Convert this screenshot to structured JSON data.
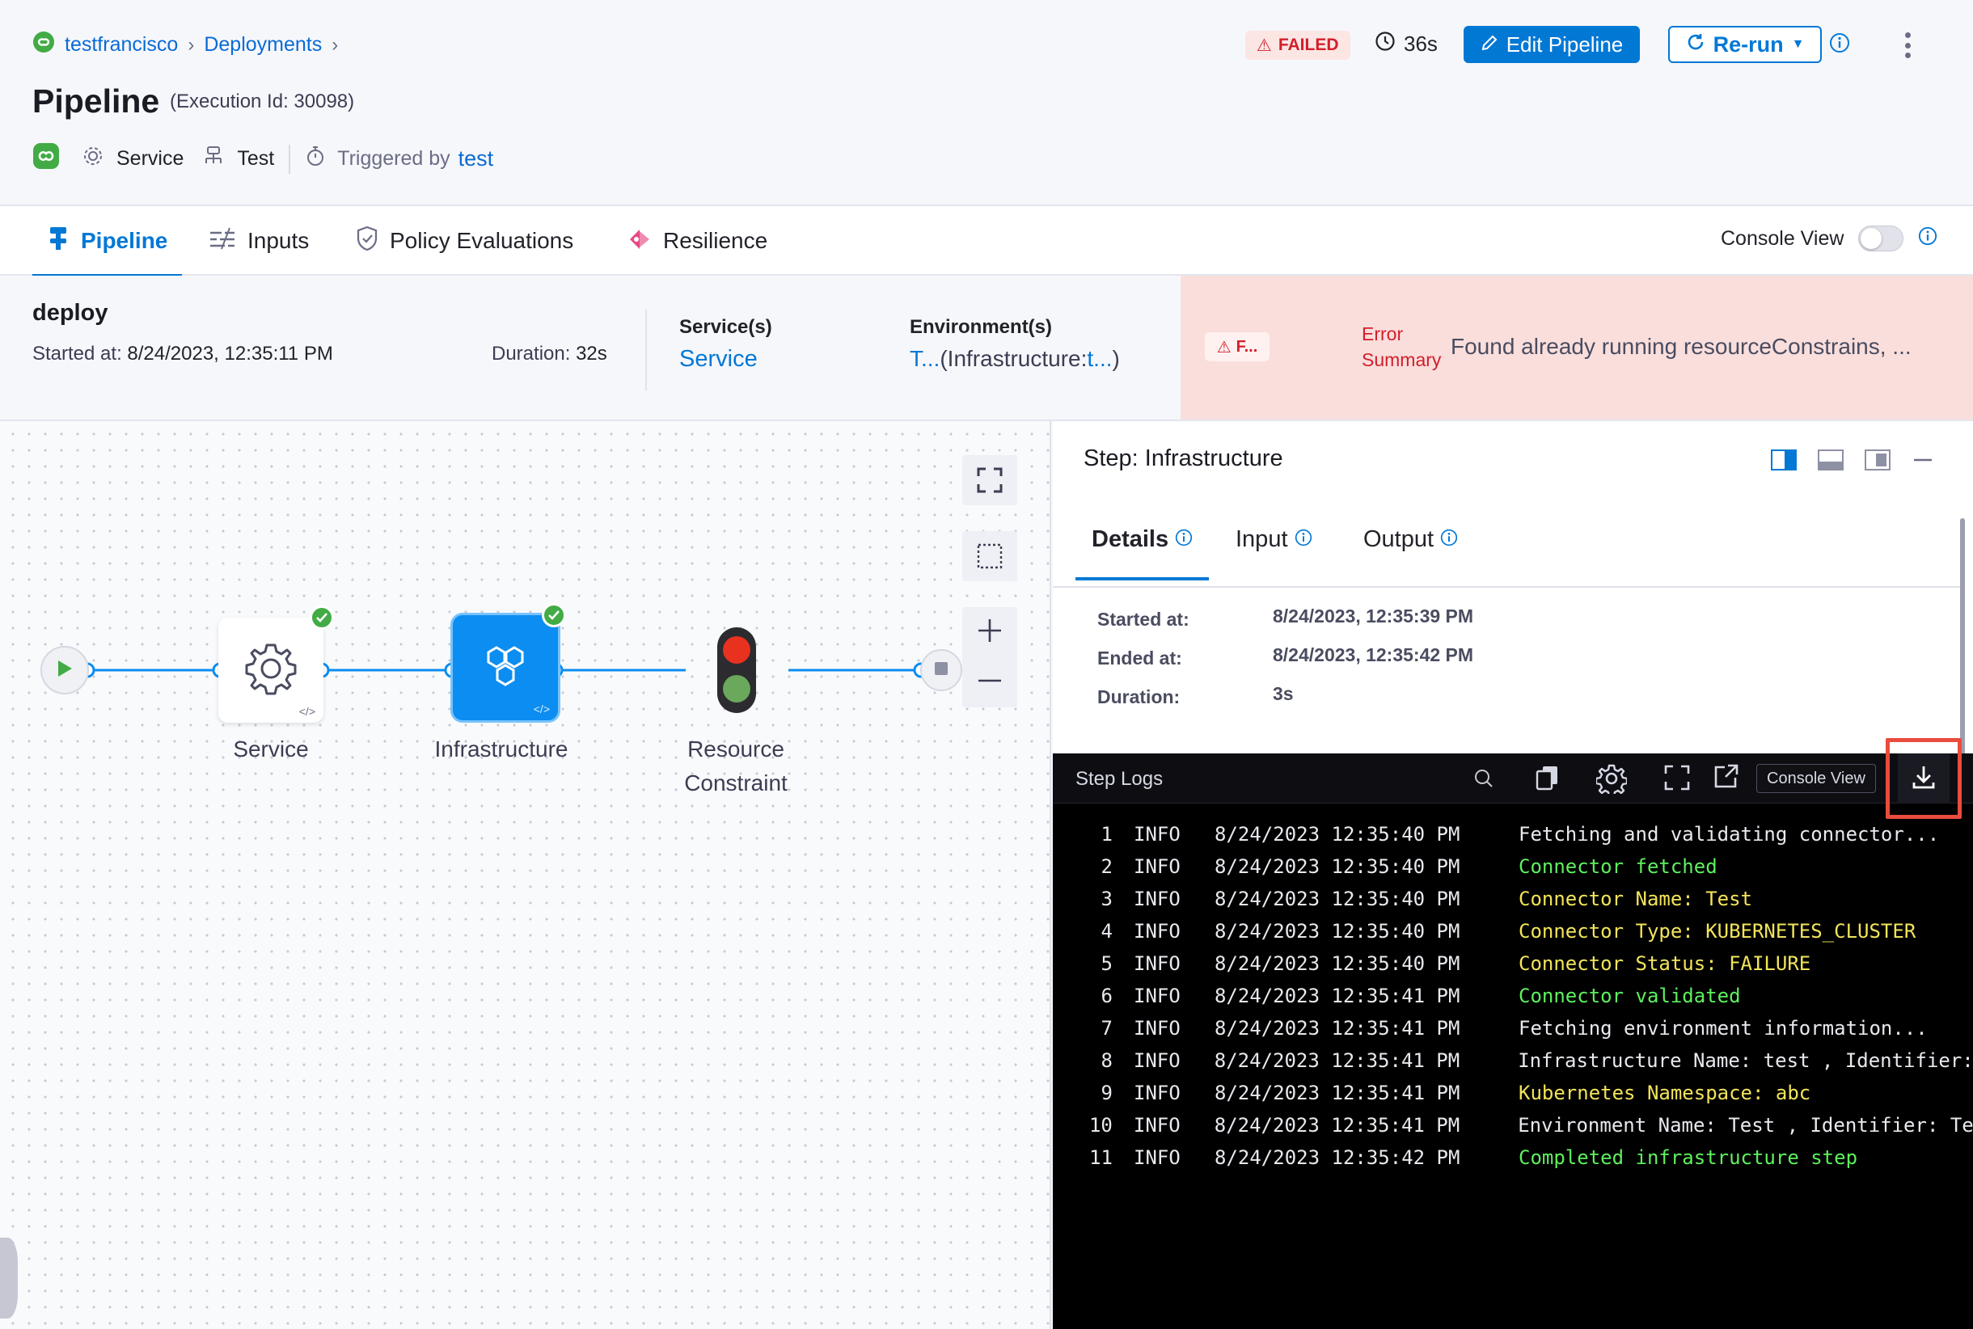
{
  "breadcrumb": {
    "project": "testfrancisco",
    "section": "Deployments"
  },
  "header": {
    "title": "Pipeline",
    "execution_id": "(Execution Id: 30098)",
    "service": "Service",
    "infra": "Test",
    "triggered_label": "Triggered by",
    "triggered_user": "test",
    "status": "FAILED",
    "elapsed": "36s",
    "edit_label": "Edit Pipeline",
    "rerun_label": "Re-run"
  },
  "tabs": [
    {
      "label": "Pipeline",
      "active": true
    },
    {
      "label": "Inputs"
    },
    {
      "label": "Policy Evaluations"
    },
    {
      "label": "Resilience"
    }
  ],
  "console_view": {
    "label": "Console View",
    "enabled": false
  },
  "stage": {
    "name": "deploy",
    "started_label": "Started at:",
    "started_value": "8/24/2023, 12:35:11 PM",
    "duration_label": "Duration:",
    "duration_value": "32s",
    "services_label": "Service(s)",
    "services_value": "Service",
    "env_label": "Environment(s)",
    "env_link": "T...",
    "env_rest_prefix": "(Infrastructure:",
    "env_rest_link": "t...",
    "env_rest_suffix": ")",
    "error_badge": "F...",
    "error_label": "Error Summary",
    "error_message": "Found already running resourceConstrains, ..."
  },
  "graph": {
    "nodes": [
      {
        "label": "Service",
        "status": "success"
      },
      {
        "label": "Infrastructure",
        "status": "success",
        "selected": true
      },
      {
        "label": "Resource Constraint"
      }
    ]
  },
  "step": {
    "title": "Step: Infrastructure",
    "tabs": [
      "Details",
      "Input",
      "Output"
    ],
    "details": [
      {
        "label": "Started at:",
        "value": "8/24/2023, 12:35:39 PM"
      },
      {
        "label": "Ended at:",
        "value": "8/24/2023, 12:35:42 PM"
      },
      {
        "label": "Duration:",
        "value": "3s"
      }
    ]
  },
  "logs": {
    "title": "Step Logs",
    "console_view_label": "Console View",
    "colors": {
      "green": "#5ef05e",
      "yellow": "#f2e45a",
      "default": "#e8e8ee"
    },
    "lines": [
      {
        "n": "1",
        "level": "INFO",
        "ts": "8/24/2023 12:35:40 PM",
        "msg": "Fetching and validating connector...",
        "color": "default"
      },
      {
        "n": "2",
        "level": "INFO",
        "ts": "8/24/2023 12:35:40 PM",
        "msg": "Connector fetched",
        "color": "green"
      },
      {
        "n": "3",
        "level": "INFO",
        "ts": "8/24/2023 12:35:40 PM",
        "msg": "Connector Name: Test",
        "color": "yellow"
      },
      {
        "n": "4",
        "level": "INFO",
        "ts": "8/24/2023 12:35:40 PM",
        "msg": "Connector Type: KUBERNETES_CLUSTER",
        "color": "yellow"
      },
      {
        "n": "5",
        "level": "INFO",
        "ts": "8/24/2023 12:35:40 PM",
        "msg": "Connector Status: FAILURE",
        "color": "yellow"
      },
      {
        "n": "6",
        "level": "INFO",
        "ts": "8/24/2023 12:35:41 PM",
        "msg": "Connector validated",
        "color": "green"
      },
      {
        "n": "7",
        "level": "INFO",
        "ts": "8/24/2023 12:35:41 PM",
        "msg": "Fetching environment information...",
        "color": "default"
      },
      {
        "n": "8",
        "level": "INFO",
        "ts": "8/24/2023 12:35:41 PM",
        "msg": "Infrastructure Name: test , Identifier:",
        "color": "default"
      },
      {
        "n": "9",
        "level": "INFO",
        "ts": "8/24/2023 12:35:41 PM",
        "msg": "Kubernetes Namespace: abc",
        "color": "yellow"
      },
      {
        "n": "10",
        "level": "INFO",
        "ts": "8/24/2023 12:35:41 PM",
        "msg": "Environment Name: Test , Identifier: Te",
        "color": "default"
      },
      {
        "n": "11",
        "level": "INFO",
        "ts": "8/24/2023 12:35:42 PM",
        "msg": "Completed infrastructure step",
        "color": "green"
      }
    ]
  }
}
